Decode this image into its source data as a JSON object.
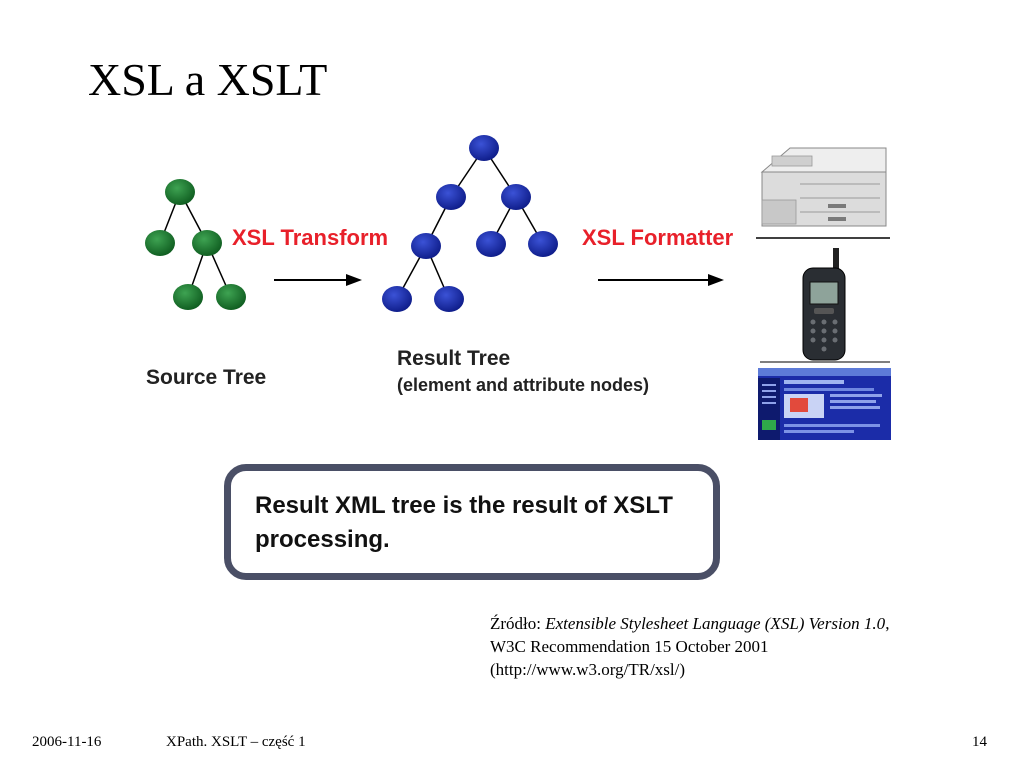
{
  "slide": {
    "title": "XSL a XSLT",
    "diagram": {
      "transform_label": "XSL Transform",
      "formatter_label": "XSL Formatter",
      "source_tree_label": "Source Tree",
      "result_tree_label": "Result Tree",
      "result_tree_sublabel": "(element and attribute nodes)",
      "colors": {
        "source_node": "#1a7a2e",
        "result_node": "#1a2fb0",
        "label_red": "#e8202a"
      }
    },
    "callout_text": "Result XML tree is the result of XSLT processing.",
    "source": {
      "prefix": "Źródło: ",
      "title": "Extensible Stylesheet Language (XSL) Version 1.0",
      "line2": "W3C Recommendation 15 October 2001",
      "line3": "(http://www.w3.org/TR/xsl/)"
    }
  },
  "footer": {
    "date": "2006-11-16",
    "title": "XPath. XSLT – część 1",
    "page": "14"
  }
}
